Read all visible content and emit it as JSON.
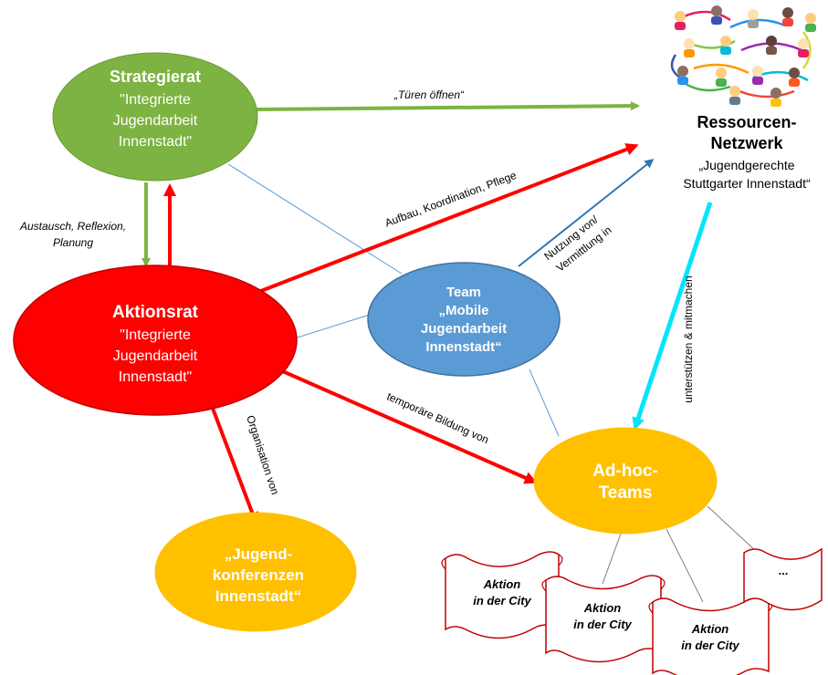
{
  "nodes": {
    "strategierat": {
      "title": "Strategierat",
      "line1": "\"Integrierte",
      "line2": "Jugendarbeit",
      "line3": "Innenstadt\""
    },
    "aktionsrat": {
      "title": "Aktionsrat",
      "line1": "\"Integrierte",
      "line2": "Jugendarbeit",
      "line3": "Innenstadt\""
    },
    "team": {
      "line1": "Team",
      "line2": "„Mobile",
      "line3": "Jugendarbeit",
      "line4": "Innenstadt“"
    },
    "adhoc": {
      "line1": "Ad-hoc-",
      "line2": "Teams"
    },
    "konferenzen": {
      "line1": "„Jugend-",
      "line2": "konferenzen",
      "line3": "Innenstadt“"
    },
    "netzwerk": {
      "title1": "Ressourcen-",
      "title2": "Netzwerk",
      "sub1": "„Jugendgerechte",
      "sub2": "Stuttgarter Innenstadt“"
    }
  },
  "edges": {
    "tueren": "„Türen öffnen“",
    "austausch1": "Austausch, Reflexion,",
    "austausch2": "Planung",
    "aufbau": "Aufbau, Koordination, Pflege",
    "nutzung1": "Nutzung von/",
    "nutzung2": "Vermittlung in",
    "unterstuetzen": "unterstützen & mitmachen",
    "temporaer": "temporäre Bildung von",
    "organisation": "Organisation von"
  },
  "flags": [
    {
      "line1": "Aktion",
      "line2": "in der City"
    },
    {
      "line1": "Aktion",
      "line2": "in der City"
    },
    {
      "line1": "Aktion",
      "line2": "in der City"
    },
    {
      "line1": "..."
    }
  ],
  "colors": {
    "green": "#7cb342",
    "red": "#ff0000",
    "blue": "#5b9bd5",
    "orange": "#ffc000",
    "cyan": "#00e5ff",
    "darkred": "#c00000"
  }
}
